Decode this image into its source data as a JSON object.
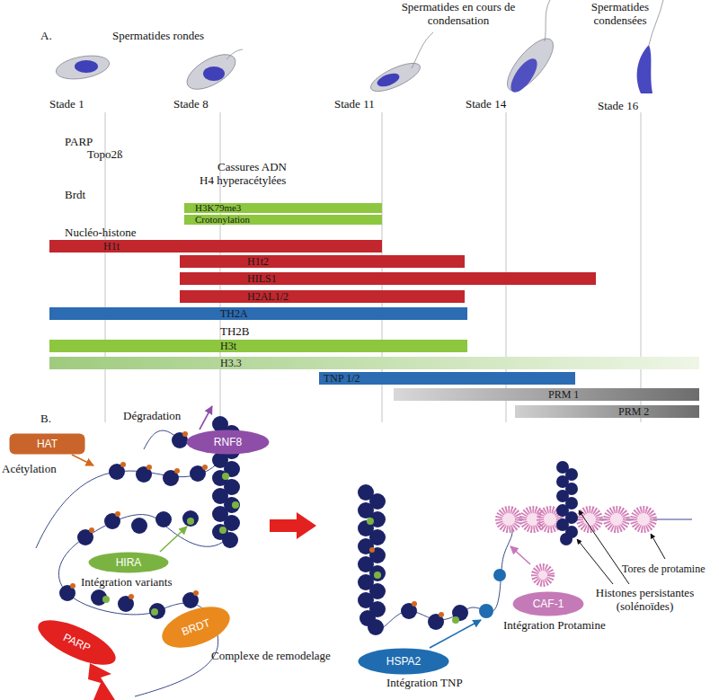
{
  "diagram": {
    "nodes": [
      {
        "text": [
          "H3K79me3"
        ]
      },
      {
        "text": [
          "Crotonylation"
        ]
      },
      {
        "text": [
          "H1t"
        ]
      },
      {
        "text": [
          "H1t2"
        ]
      },
      {
        "text": [
          "HILS1"
        ]
      },
      {
        "text": [
          "H2AL1/2"
        ]
      },
      {
        "text": [
          "TH2A"
        ]
      },
      {
        "text": [
          "H3t"
        ]
      },
      {
        "text": [
          "H3.3"
        ]
      },
      {
        "text": [
          "TNP 1/2"
        ]
      },
      {
        "text": [
          "PRM 1"
        ]
      },
      {
        "text": [
          "PRM 2"
        ]
      },
      {
        "text": [
          "HAT"
        ]
      },
      {
        "text": [
          "RNF8"
        ]
      },
      {
        "text": [
          "HIRA"
        ]
      },
      {
        "text": [
          "PARP"
        ]
      },
      {
        "text": [
          "BRDT"
        ]
      },
      {
        "text": [
          "HSPA2"
        ]
      },
      {
        "text": [
          "CAF-1"
        ]
      }
    ],
    "labels": [
      "A.",
      "Spermatides rondes",
      "Spermatides en cours de condensation",
      "Spermatides condensées",
      "Stade 1",
      "Stade 8",
      "Stade 11",
      "Stade 14",
      "Stade 16",
      "PARP",
      "Topo2ß",
      "Cassures ADN",
      "H4 hyperacétylées",
      "Brdt",
      "Nucléo-histone",
      "TH2B",
      "B.",
      "Dégradation",
      "Acétylation",
      "Intégration variants",
      "Complexe de remodelage",
      "Intégration TNP",
      "Intégration Protamine",
      "Tores de protamine",
      "Histones persistantes (solénoïdes)"
    ]
  }
}
